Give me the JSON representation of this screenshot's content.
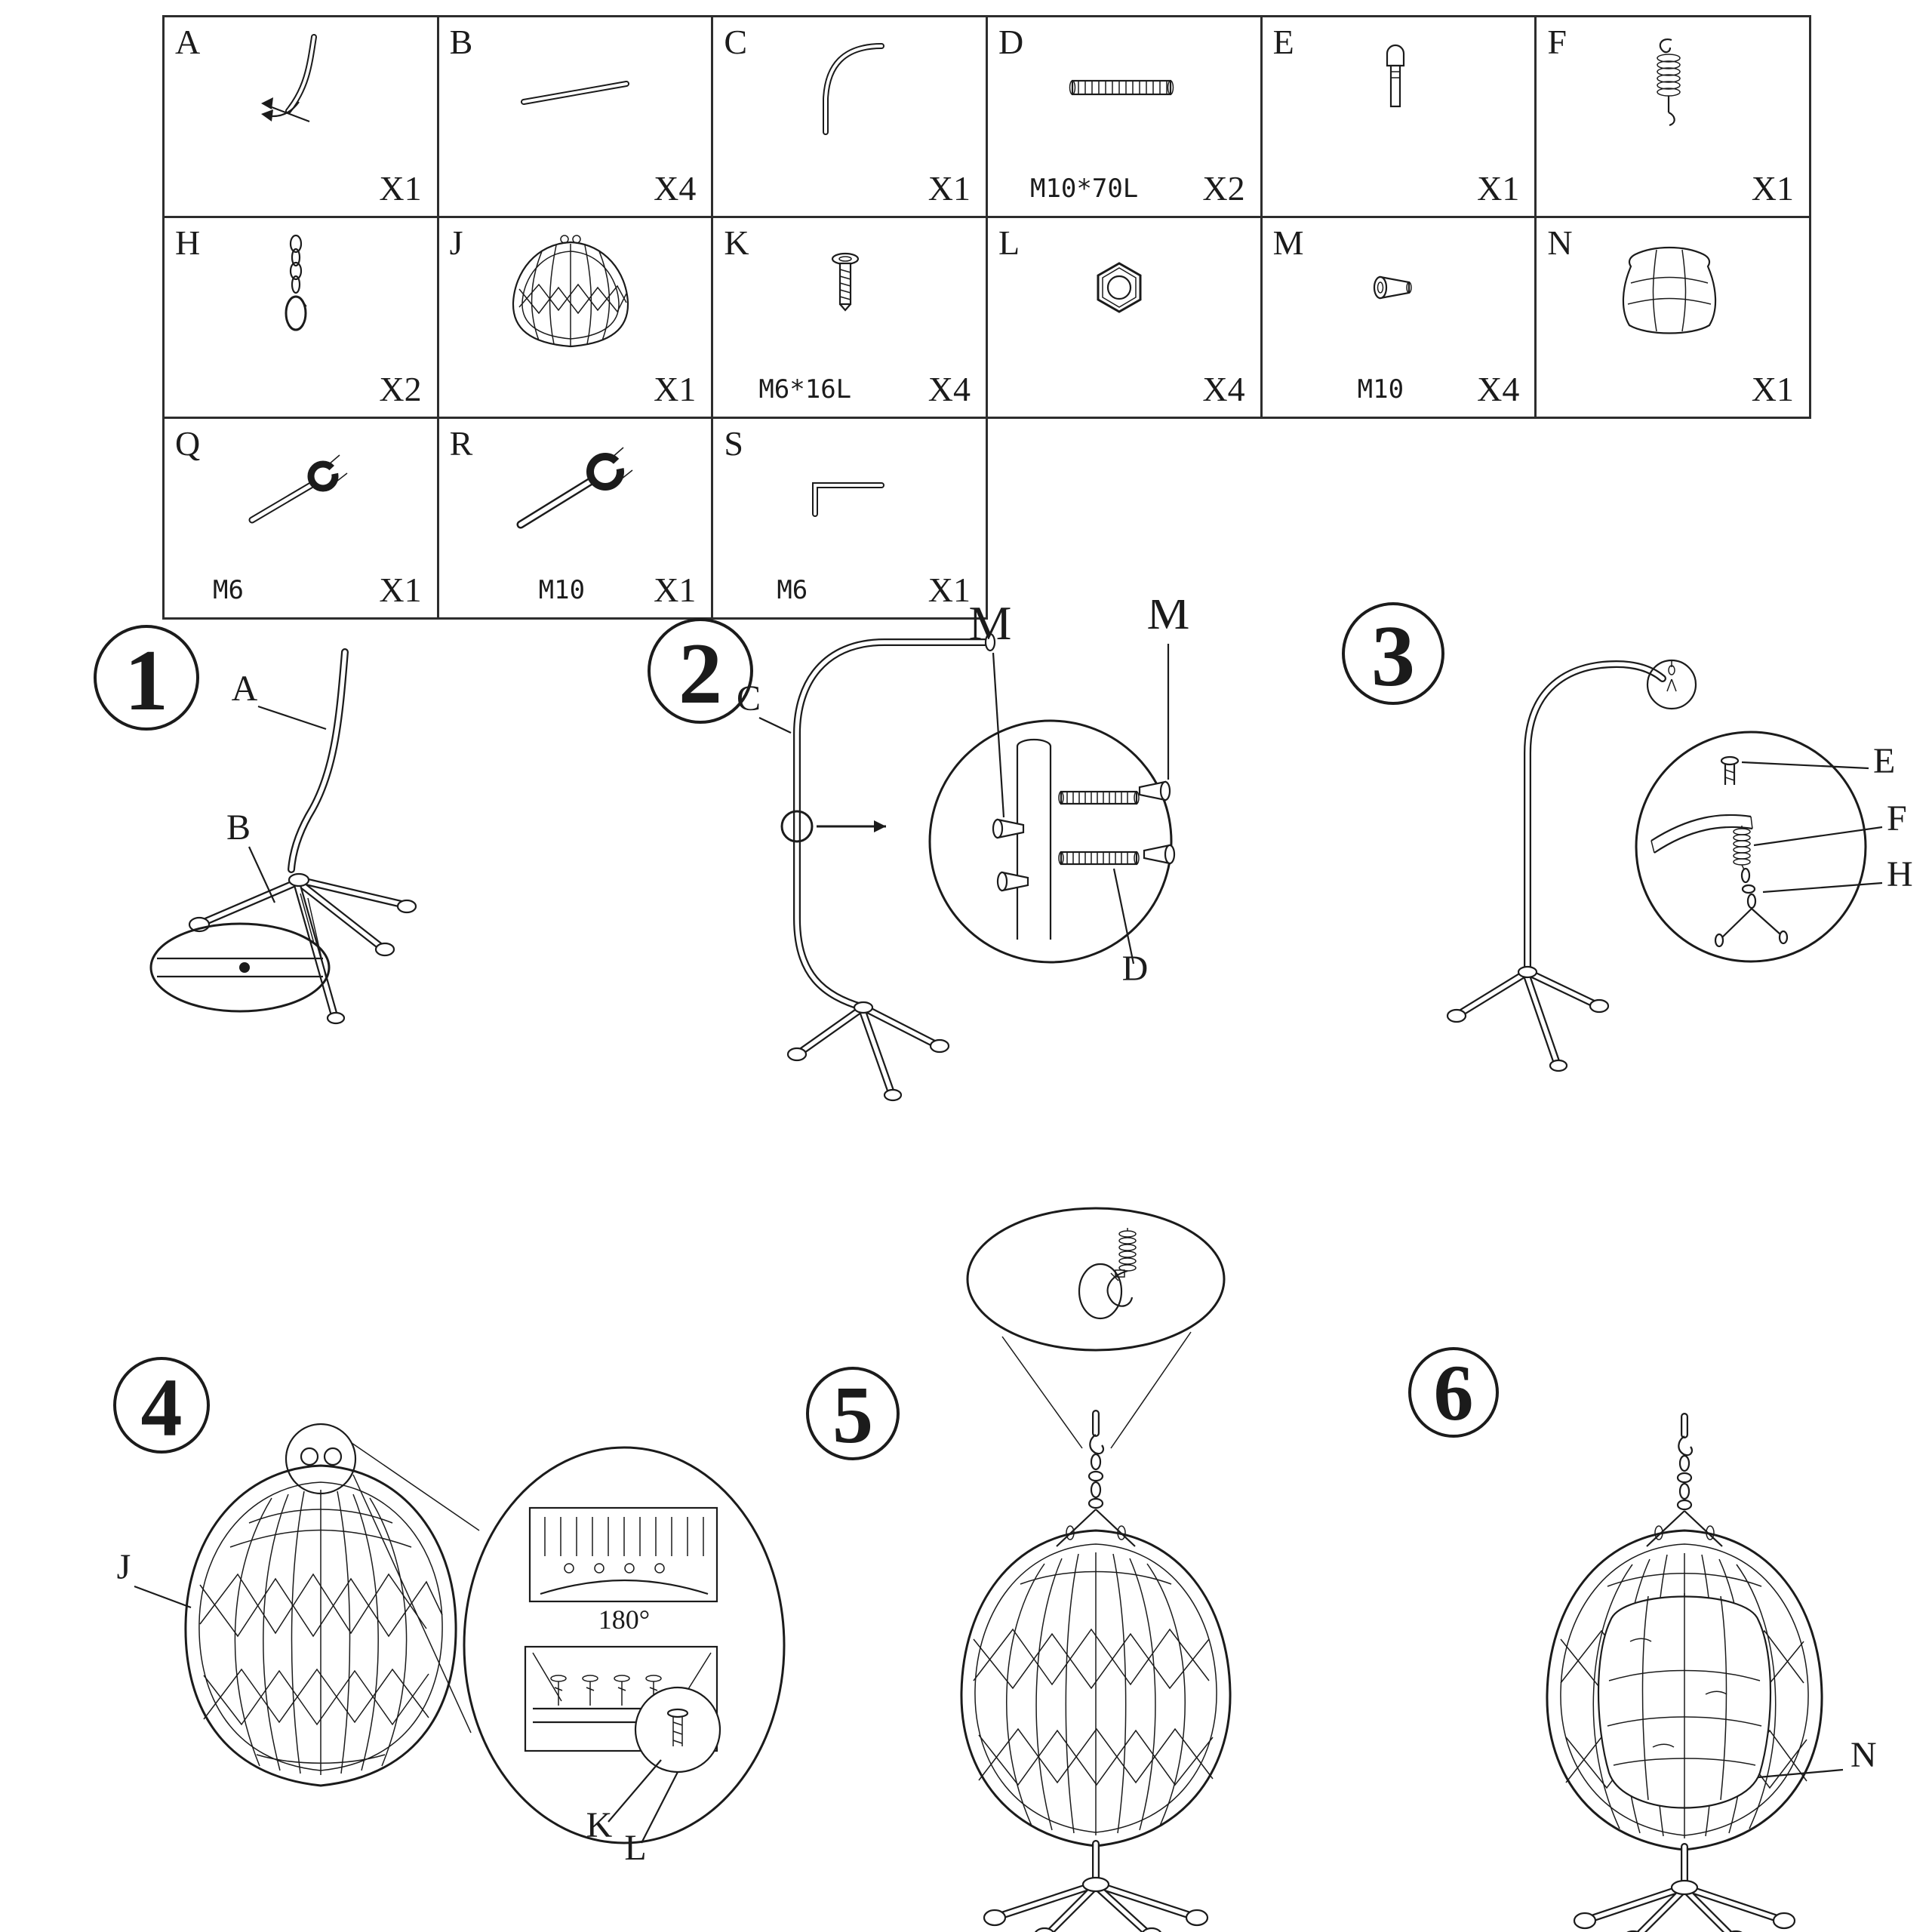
{
  "colors": {
    "ink": "#1b1b1b",
    "background": "#ffffff"
  },
  "parts": {
    "A": {
      "letter": "A",
      "qty": "X1"
    },
    "B": {
      "letter": "B",
      "qty": "X4"
    },
    "C": {
      "letter": "C",
      "qty": "X1"
    },
    "D": {
      "letter": "D",
      "qty": "X2",
      "spec": "M10*70L"
    },
    "E": {
      "letter": "E",
      "qty": "X1"
    },
    "F": {
      "letter": "F",
      "qty": "X1"
    },
    "H": {
      "letter": "H",
      "qty": "X2"
    },
    "J": {
      "letter": "J",
      "qty": "X1"
    },
    "K": {
      "letter": "K",
      "qty": "X4",
      "spec": "M6*16L"
    },
    "L": {
      "letter": "L",
      "qty": "X4"
    },
    "M": {
      "letter": "M",
      "qty": "X4",
      "spec": "M10"
    },
    "N": {
      "letter": "N",
      "qty": "X1"
    },
    "Q": {
      "letter": "Q",
      "qty": "X1",
      "spec": "M6"
    },
    "R": {
      "letter": "R",
      "qty": "X1",
      "spec": "M10"
    },
    "S": {
      "letter": "S",
      "qty": "X1",
      "spec": "M6"
    }
  },
  "steps": {
    "one": {
      "number": "1",
      "label_a": "A",
      "label_b": "B"
    },
    "two": {
      "number": "2",
      "label_c": "C",
      "label_m1": "M",
      "label_m2": "M",
      "label_d": "D"
    },
    "three": {
      "number": "3",
      "label_e": "E",
      "label_f": "F",
      "label_h": "H"
    },
    "four": {
      "number": "4",
      "label_j": "J",
      "angle": "180°",
      "label_k": "K",
      "label_l": "L"
    },
    "five": {
      "number": "5"
    },
    "six": {
      "number": "6",
      "label_n": "N"
    }
  }
}
